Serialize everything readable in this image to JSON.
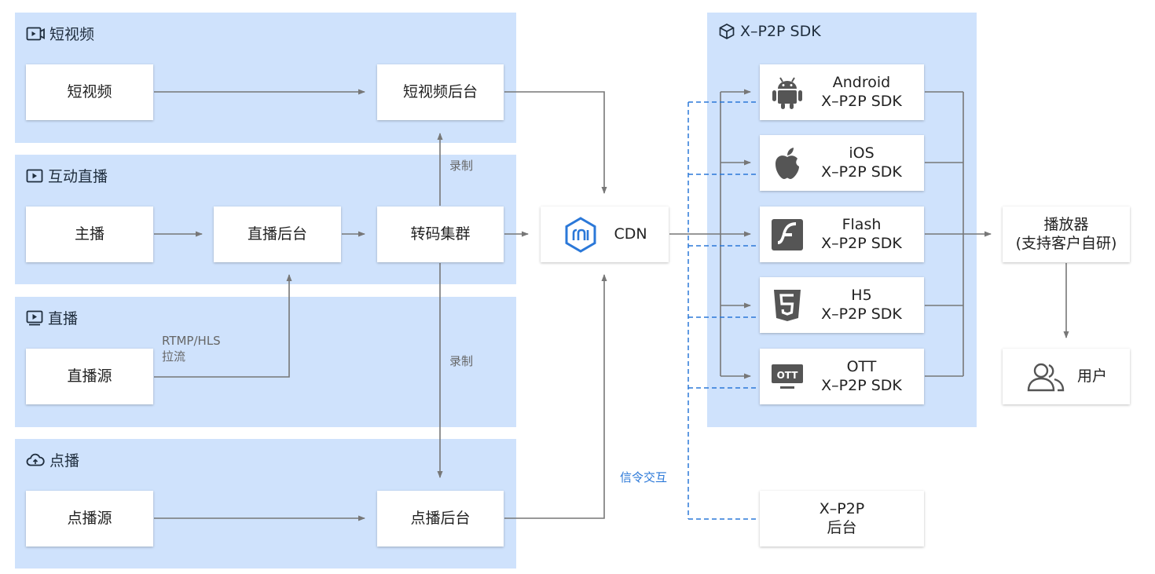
{
  "colors": {
    "panel": "#cfe2fc",
    "line": "#777777",
    "dashed": "#2b78d8",
    "accent": "#2b78d8"
  },
  "sections": {
    "short_video": {
      "title": "短视频",
      "icon": "video-play-icon"
    },
    "interactive_live": {
      "title": "互动直播",
      "icon": "live-play-icon"
    },
    "live": {
      "title": "直播",
      "icon": "monitor-play-icon"
    },
    "vod": {
      "title": "点播",
      "icon": "cloud-upload-icon"
    },
    "sdk": {
      "title": "X–P2P SDK",
      "icon": "cube-icon"
    }
  },
  "nodes": {
    "short_video": "短视频",
    "short_video_backend": "短视频后台",
    "anchor": "主播",
    "live_backend": "直播后台",
    "transcode_cluster": "转码集群",
    "live_source": "直播源",
    "vod_source": "点播源",
    "vod_backend": "点播后台",
    "cdn": "CDN",
    "xp2p_backend_line1": "X–P2P",
    "xp2p_backend_line2": "后台",
    "player_line1": "播放器",
    "player_line2": "(支持客户自研)",
    "user": "用户"
  },
  "sdks": [
    {
      "name": "Android",
      "sub": "X–P2P SDK",
      "icon": "android-icon"
    },
    {
      "name": "iOS",
      "sub": "X–P2P SDK",
      "icon": "apple-icon"
    },
    {
      "name": "Flash",
      "sub": "X–P2P SDK",
      "icon": "flash-icon"
    },
    {
      "name": "H5",
      "sub": "X–P2P SDK",
      "icon": "html5-icon"
    },
    {
      "name": "OTT",
      "sub": "X–P2P SDK",
      "icon": "ott-icon"
    }
  ],
  "edge_labels": {
    "record_up": "录制",
    "record_down": "录制",
    "rtmp_line1": "RTMP/HLS",
    "rtmp_line2": "拉流",
    "signaling": "信令交互"
  }
}
